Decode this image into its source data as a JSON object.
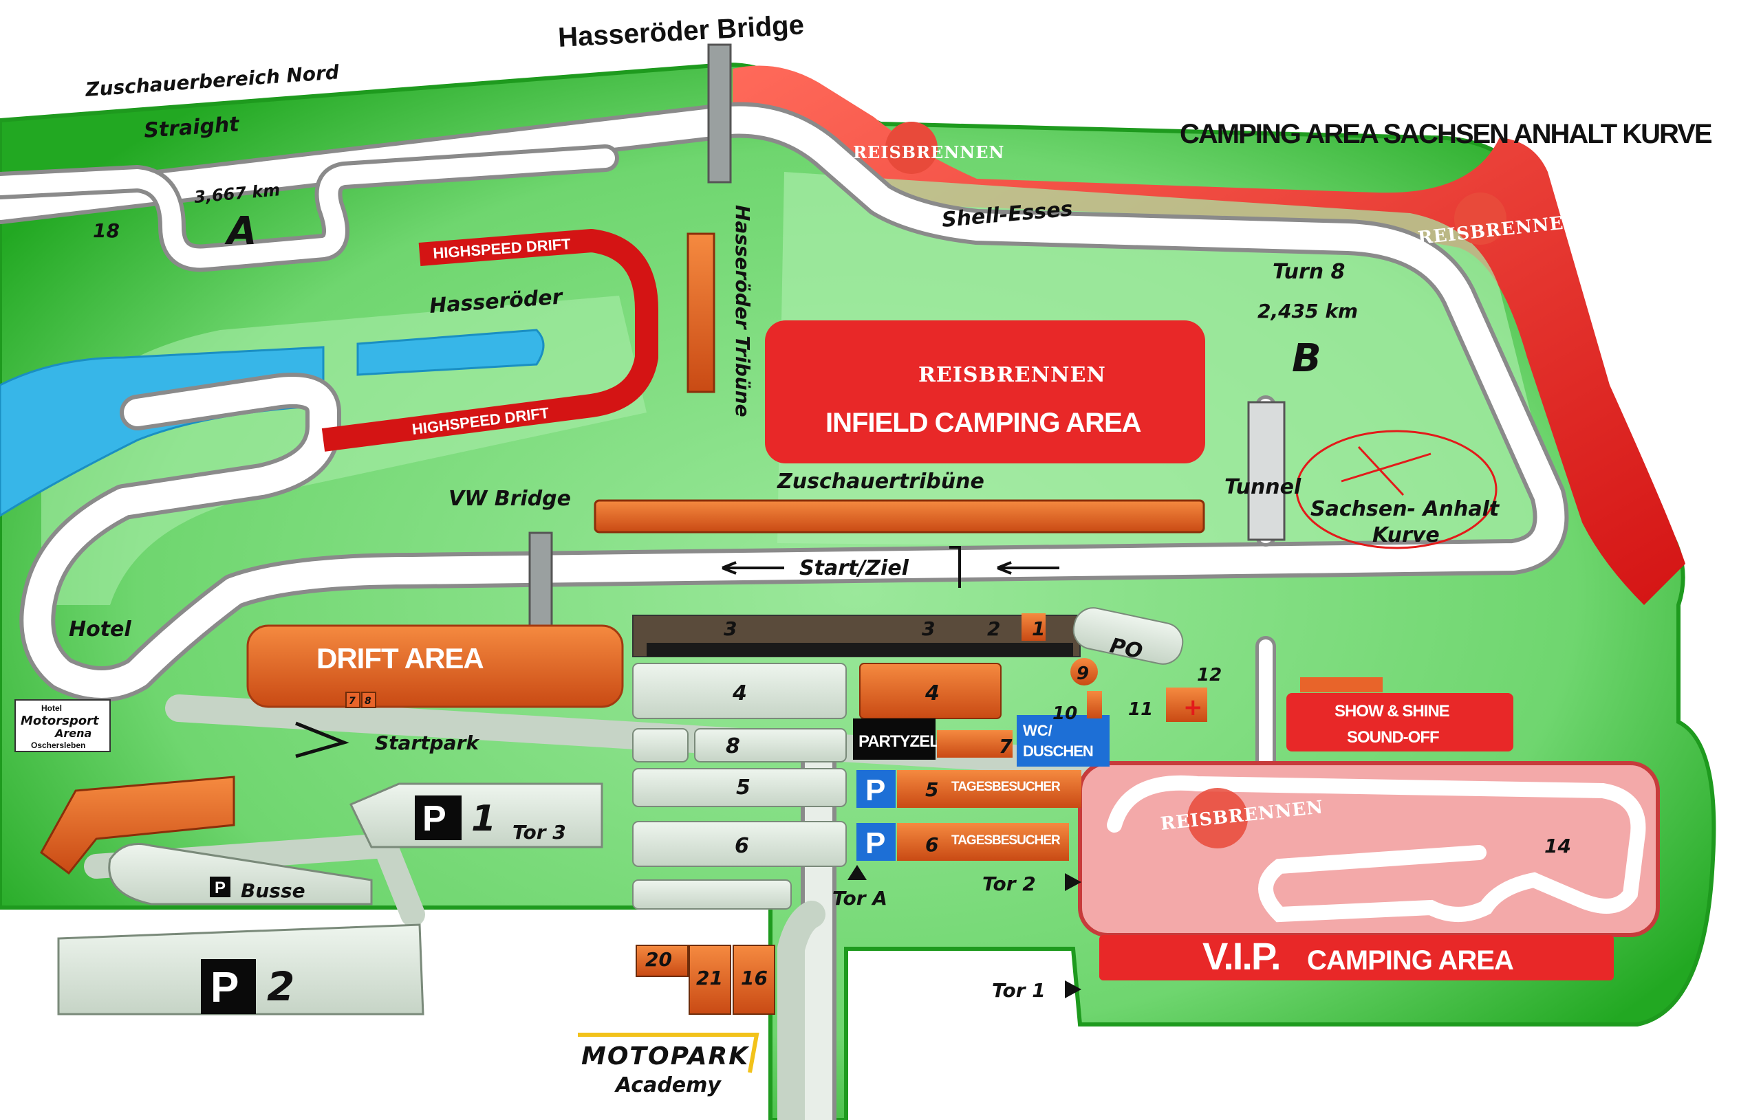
{
  "labels": {
    "hasseroder_bridge": "Hasseröder Bridge",
    "zuschauerbereich_nord": "Zuschauerbereich Nord",
    "straight": "Straight",
    "distance_a": "3,667 km",
    "marker_a": "A",
    "zone_18": "18",
    "highspeed_drift_top": "HIGHSPEED DRIFT",
    "highspeed_drift_bottom": "HIGHSPEED DRIFT",
    "hasseroder": "Hasseröder",
    "hasseroder_tribune": "Hasseröder Tribüne",
    "shell_esses": "Shell-Esses",
    "camping_sachsen": "CAMPING AREA SACHSEN ANHALT KURVE",
    "turn_8": "Turn 8",
    "distance_b": "2,435 km",
    "marker_b": "B",
    "infield_camping": "INFIELD CAMPING AREA",
    "zuschauertribune": "Zuschauertribüne",
    "vw_bridge": "VW Bridge",
    "tunnel": "Tunnel",
    "sachsen_kurve_1": "Sachsen- Anhalt",
    "sachsen_kurve_2": "Kurve",
    "start_ziel": "Start/Ziel",
    "hotel": "Hotel",
    "drift_area": "DRIFT AREA",
    "po": "PO",
    "startpark": "Startpark",
    "partyzelt": "PARTYZELT",
    "wc_1": "WC/",
    "wc_2": "DUSCHEN",
    "show_shine_1": "SHOW & SHINE",
    "show_shine_2": "SOUND-OFF",
    "tagesbesucher_5": "TAGESBESUCHER",
    "tagesbesucher_6": "TAGESBESUCHER",
    "p_letter": "P",
    "p1_num": "1",
    "tor_3": "Tor 3",
    "busse": "Busse",
    "p2_num": "2",
    "tor_a": "Tor A",
    "tor_2": "Tor 2",
    "tor_1": "Tor 1",
    "vip_big": "V.I.P.",
    "vip_rest": "CAMPING AREA",
    "motopark_1": "MOTOPARK",
    "motopark_2": "Academy",
    "reisbrennen": "REISBRENNEN",
    "hotel_logo_1": "Hotel",
    "hotel_logo_2": "Motorsport",
    "hotel_logo_3": "Arena",
    "hotel_logo_4": "Oschersleben"
  },
  "zones": {
    "z1": "1",
    "z2": "2",
    "z3a": "3",
    "z3b": "3",
    "z4a": "4",
    "z4b": "4",
    "z5a": "5",
    "z5b": "5",
    "z6a": "6",
    "z6b": "6",
    "z7": "7",
    "z8": "8",
    "z9": "9",
    "z10": "10",
    "z11": "11",
    "z12": "12",
    "z14": "14",
    "z16": "16",
    "z20": "20",
    "z21": "21",
    "z7s": "7",
    "z8s": "8"
  },
  "colors": {
    "grass_dark": "#2dbb2d",
    "grass_light": "#8fe08f",
    "track": "#ffffff",
    "track_edge": "#8a8a8a",
    "red_area": "#e32626",
    "orange": "#e8642a",
    "grey_lot": "#d8e4d8",
    "blue_p": "#1d6fd6",
    "water": "#37b6e8"
  }
}
